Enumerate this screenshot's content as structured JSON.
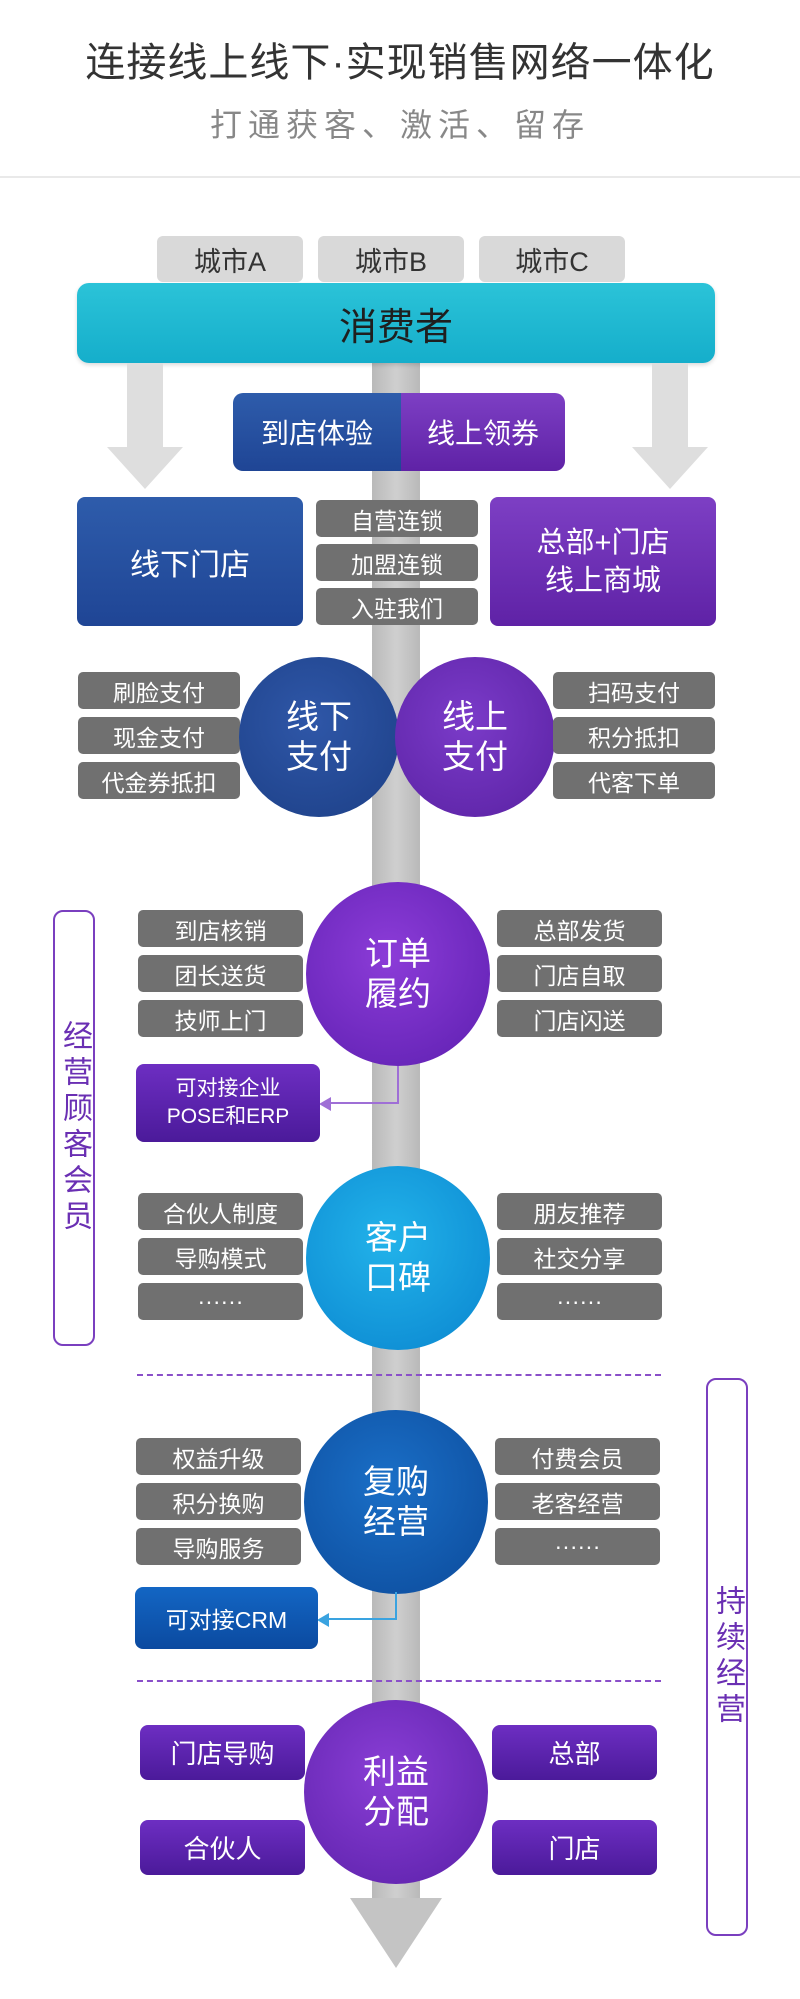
{
  "header": {
    "title": "连接线上线下·实现销售网络一体化",
    "subtitle": "打通获客、激活、留存"
  },
  "cities": [
    "城市A",
    "城市B",
    "城市C"
  ],
  "consumer": "消费者",
  "channels": {
    "in_store": "到店体验",
    "online_coupon": "线上领券"
  },
  "stores": {
    "offline": "线下门店",
    "chains": [
      "自营连锁",
      "加盟连锁",
      "入驻我们"
    ],
    "online": [
      "总部+门店",
      "线上商城"
    ]
  },
  "payment": {
    "offline_circle": "线下\n支付",
    "online_circle": "线上\n支付",
    "offline_methods": [
      "刷脸支付",
      "现金支付",
      "代金券抵扣"
    ],
    "online_methods": [
      "扫码支付",
      "积分抵扣",
      "代客下单"
    ]
  },
  "fulfillment": {
    "circle": "订单\n履约",
    "left": [
      "到店核销",
      "团长送货",
      "技师上门"
    ],
    "right": [
      "总部发货",
      "门店自取",
      "门店闪送"
    ],
    "integration": [
      "可对接企业",
      "POSE和ERP"
    ]
  },
  "reputation": {
    "circle": "客户\n口碑",
    "left": [
      "合伙人制度",
      "导购模式",
      "······"
    ],
    "right": [
      "朋友推荐",
      "社交分享",
      "······"
    ]
  },
  "repurchase": {
    "circle": "复购\n经营",
    "left": [
      "权益升级",
      "积分换购",
      "导购服务"
    ],
    "right": [
      "付费会员",
      "老客经营",
      "······"
    ],
    "integration": "可对接CRM"
  },
  "profit": {
    "circle": "利益\n分配",
    "left": [
      "门店导购",
      "合伙人"
    ],
    "right": [
      "总部",
      "门店"
    ]
  },
  "side_labels": {
    "members": "经营顾客会员",
    "sustain": "持续经营"
  }
}
